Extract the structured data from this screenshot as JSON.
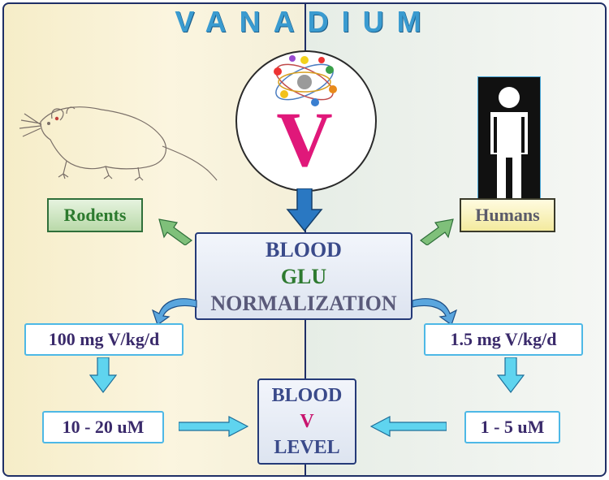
{
  "title": "VANADIUM",
  "center": {
    "symbol": "V",
    "box": {
      "line1": "BLOOD",
      "line2": "GLU",
      "line3": "NORMALIZATION"
    },
    "level_box": {
      "line1": "BLOOD",
      "line2": "V",
      "line3": "LEVEL"
    }
  },
  "left": {
    "label": "Rodents",
    "dose": "100 mg V/kg/d",
    "level": "10 - 20 uM"
  },
  "right": {
    "label": "Humans",
    "dose": "1.5 mg V/kg/d",
    "level": "1 - 5 uM"
  },
  "colors": {
    "left_bg": "#f8f0d4",
    "right_bg": "#ecf1ec",
    "border": "#1f2f66",
    "symbol": "#e0187a",
    "value_border": "#4db8e6",
    "green_arrow": "#7fc07a",
    "blue_arrow": "#2a78c2",
    "cyan_arrow": "#5fd4ef"
  },
  "icons": [
    "rat-illustration",
    "molecule-icon",
    "human-figure-icon"
  ]
}
